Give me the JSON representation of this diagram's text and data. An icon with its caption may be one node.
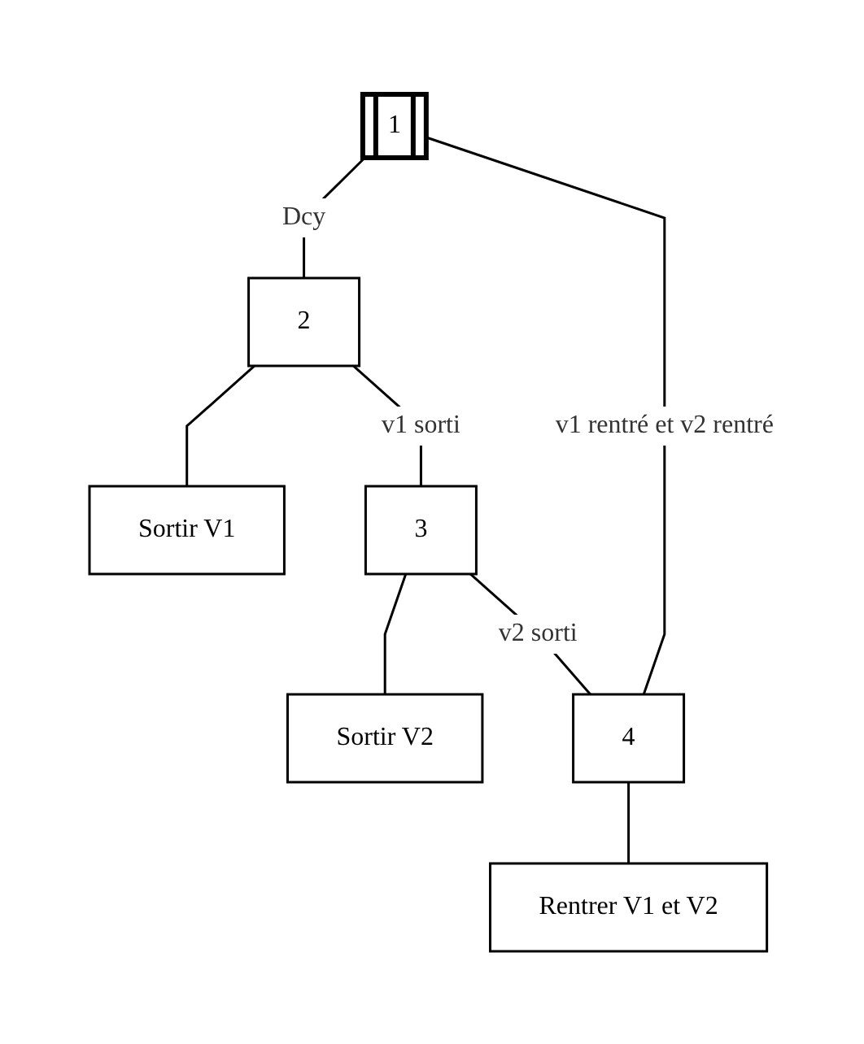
{
  "diagram": {
    "nodes": [
      {
        "text": [
          "1"
        ]
      },
      {
        "text": [
          "2"
        ]
      },
      {
        "text": [
          "Sortir V1"
        ]
      },
      {
        "text": [
          "3"
        ]
      },
      {
        "text": [
          "Sortir V2"
        ]
      },
      {
        "text": [
          "4"
        ]
      },
      {
        "text": [
          "Rentrer V1 et V2"
        ]
      }
    ],
    "edges": [
      {
        "from": 0,
        "to": 1,
        "arrow": "none",
        "label": "Dcy"
      },
      {
        "from": 1,
        "to": 2,
        "arrow": "none"
      },
      {
        "from": 1,
        "to": 3,
        "arrow": "none",
        "label": "v1 sorti"
      },
      {
        "from": 3,
        "to": 4,
        "arrow": "none"
      },
      {
        "from": 3,
        "to": 5,
        "arrow": "none",
        "label": "v2 sorti"
      },
      {
        "from": 5,
        "to": 6,
        "arrow": "none"
      },
      {
        "from": 5,
        "to": 0,
        "arrow": "none",
        "label": "v1 rentré et v2 rentré"
      }
    ]
  }
}
